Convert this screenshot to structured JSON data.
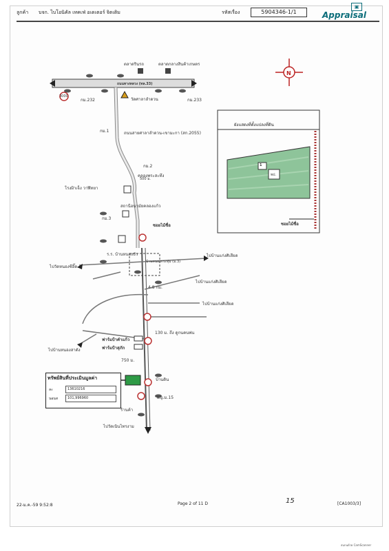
{
  "header": {
    "customer_label": "ลูกค้า",
    "customer_name": "บจก. ไบโอนิคัล เทคเฟ่ อเดเตอร์ จิตเติม",
    "ref_label": "รหัสเรื่อง",
    "ref_value": "5904346-1/1",
    "logo_text": "Appraisal"
  },
  "map": {
    "top_landmarks": [
      "ตลาดรินรถ",
      "ตลาดกลางสินค้าเกษตร"
    ],
    "highway_label": "ถนนทางหลวง (ทล.33)",
    "km_marks": [
      "กม.232",
      "กม.233",
      "กม.1",
      "กม.2",
      "กม.3"
    ],
    "route_marker": "3000",
    "temple": "วัดศาลาลำดวน",
    "side_road": "ถนนสายศาลาลำดวน-เขามะกา (สก.2055)",
    "distance_500": "500 ม.",
    "canal": "คลองพระสะทึง",
    "school": "โรงฝ้าเจ็ง วาฬิทยา",
    "health_center": "สถานีอนามัยคลองแก้ว",
    "alley": "ซอยไม้ชื่อ",
    "market": "ร.ร. บ้านหนองบัว",
    "hamlet": "บ้านหนองกระทุ่ม (ม.3)",
    "distance_48km": "4.8 กม.",
    "to_nong_sri": "ไปวัดหนองซีอิ๊ด",
    "to_ban_kaeng": [
      "ไปบ้านแก่งศิเสียด",
      "ไปบ้านแก่งศิเสียด",
      "ไปบ้านแก่งศิเสียด"
    ],
    "distance_130": "130 ม. ถึง ดูกนคนพ่น",
    "farm_1": "ฟาร์มป้าคำแก้ว",
    "farm_2": "ฟาร์มป้าสุภัก",
    "to_nong_sakaew": "ไปบ้านหนองสาตัง",
    "distance_750": "750 ม.",
    "ban_din": "บ้านดิน",
    "village_15": "ผญ.ม.15",
    "shop": "ร้านค้า",
    "to_wat_nern": "ไปวัดเนินไทรงาม",
    "north_letter": "N"
  },
  "subject_box": {
    "title": "ทรัพย์สินที่ประเมินมูลค่า",
    "rows": [
      {
        "label": "ละ",
        "value": "13610216"
      },
      {
        "label": "นอนส",
        "value": "101,996960"
      }
    ]
  },
  "inset": {
    "title": "ผังแสดงที่ตั้งแปลงที่ดิน",
    "plot_label": "1",
    "building_label": "พป.",
    "road_label": "ซอยไม้ชื่อ"
  },
  "footer": {
    "left": "22-ม.ค.-59 9:52:8",
    "center": "Page 2 of 11 D",
    "right": "[CA1003/3]",
    "handwritten": "15"
  },
  "scanner_note": "สแกนด้วย CamScanner"
}
